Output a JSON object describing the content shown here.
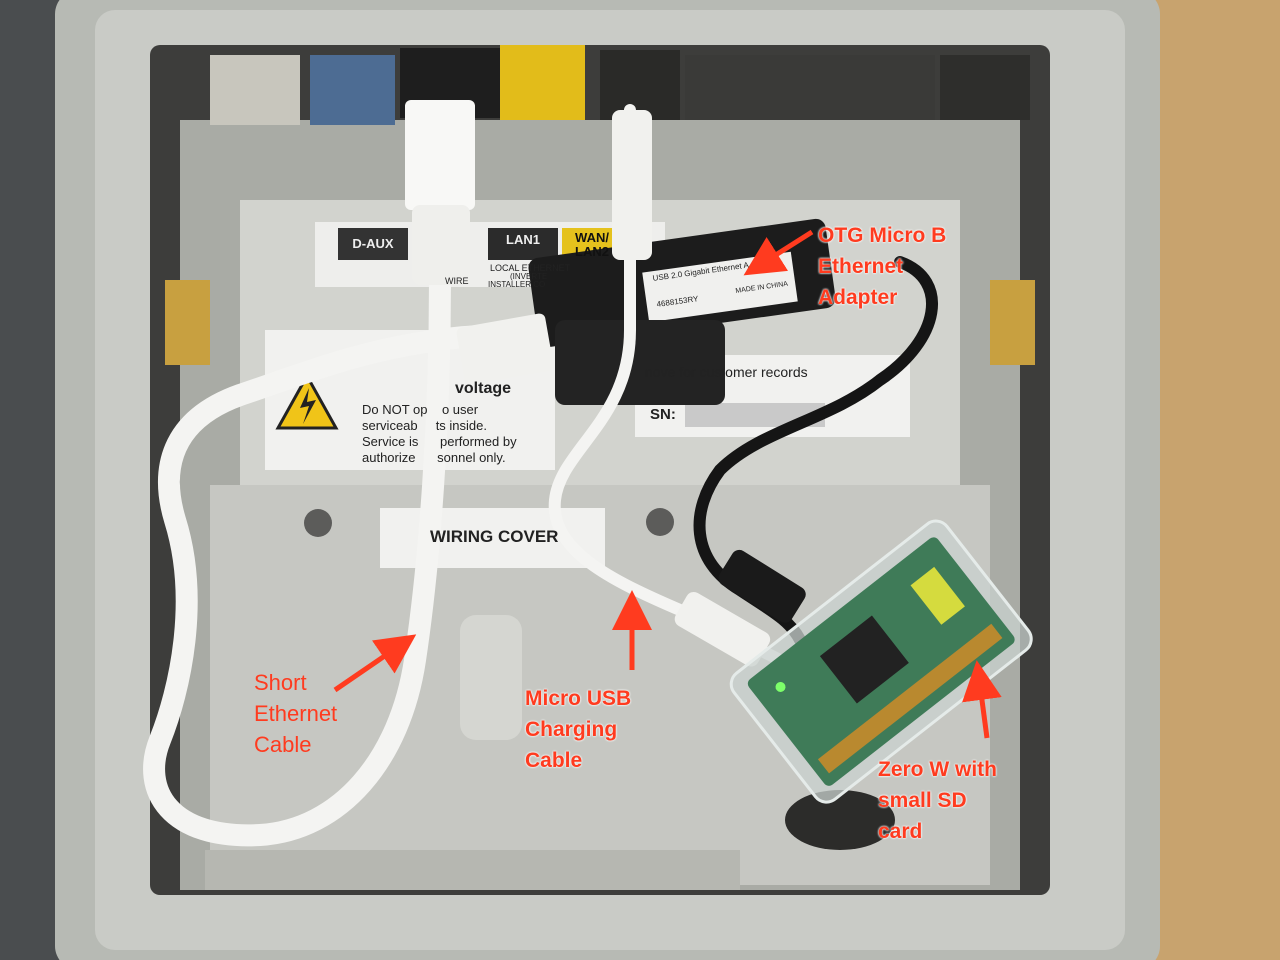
{
  "port_labels": {
    "d_aux": "D-AUX",
    "lan1": "LAN1",
    "wan2": "WAN/",
    "lan2": "LAN2",
    "local_ethernet": "LOCAL ETHERNET",
    "inverter": "(INVERTE",
    "installer": "INSTALLER CO",
    "wire": "WIRE"
  },
  "warning_label": {
    "heading": "voltage",
    "line1": "Do NOT op    o user",
    "line2": "serviceab     ts inside.",
    "line3": "Service is      performed by",
    "line4": "authorize      sonnel only."
  },
  "records_label": {
    "text": "nove for customer records",
    "sn": "SN:"
  },
  "wiring_cover": "WIRING COVER",
  "adapter_print": {
    "product": "USB 2.0 Gigabit Ethernet A",
    "serial": "4688153RY",
    "origin": "MADE IN CHINA"
  },
  "annotations": {
    "otg_adapter": [
      "OTG Micro B",
      "Ethernet",
      "Adapter"
    ],
    "ethernet_cable": [
      "Short",
      "Ethernet",
      "Cable"
    ],
    "charging_cable": [
      "Micro USB",
      "Charging",
      "Cable"
    ],
    "zero_w": [
      "Zero W with",
      "small SD",
      "card"
    ]
  },
  "colors": {
    "annotation": "#ff3b1f",
    "wall": "#c8a36e",
    "enclosure": "#b9bcb7",
    "cable_white": "#f4f4f2",
    "cable_black": "#151515"
  }
}
